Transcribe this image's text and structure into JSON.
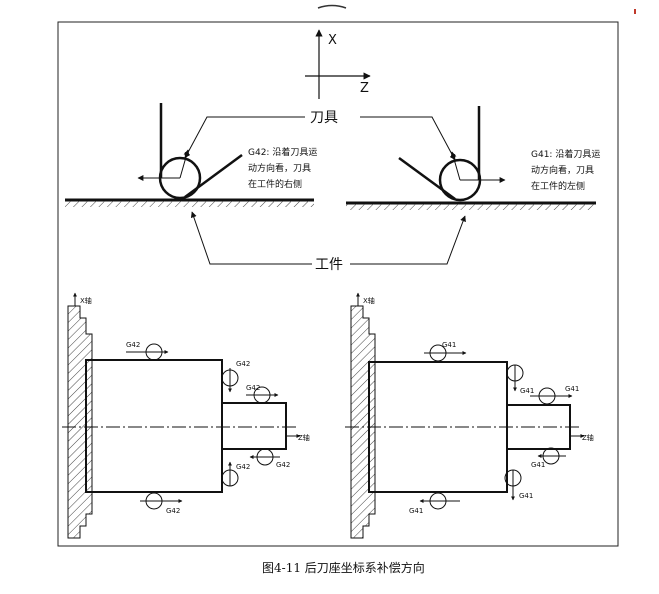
{
  "axes": {
    "x_label": "X",
    "z_label": "Z"
  },
  "labels": {
    "tool": "刀具",
    "workpiece": "工件",
    "g42_desc": [
      "G42: 沿着刀具运",
      "动方向看，刀具",
      "在工件的右侧"
    ],
    "g41_desc": [
      "G41: 沿着刀具运",
      "动方向看，刀具",
      "在工件的左侧"
    ]
  },
  "lower_left": {
    "x_axis": "X轴",
    "z_axis": "Z轴",
    "code": "G42"
  },
  "lower_right": {
    "x_axis": "X轴",
    "z_axis": "Z轴",
    "code": "G41"
  },
  "caption": "图4-11  后刀座坐标系补偿方向",
  "colors": {
    "line": "#111111",
    "background": "#ffffff"
  }
}
